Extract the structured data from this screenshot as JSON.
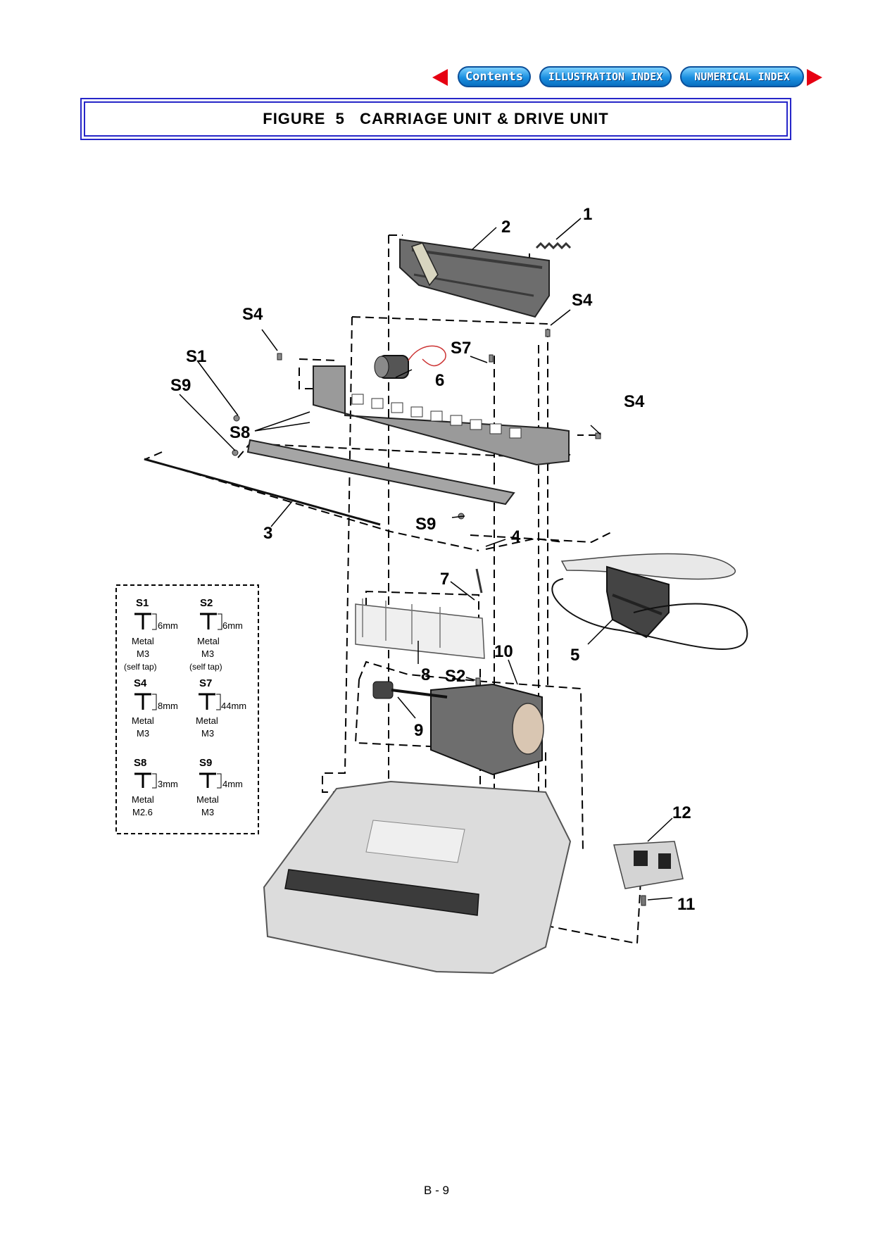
{
  "nav": {
    "contents": "Contents",
    "illustration_index": "ILLUSTRATION INDEX",
    "numerical_index": "NUMERICAL INDEX",
    "prev_icon": "red-triangle-left-icon",
    "next_icon": "red-triangle-right-icon"
  },
  "title": "FIGURE  5   CARRIAGE UNIT & DRIVE UNIT",
  "callouts": {
    "p1": "1",
    "p2": "2",
    "p3": "3",
    "p4": "4",
    "p5": "5",
    "p6": "6",
    "p7": "7",
    "p8": "8",
    "p9": "9",
    "p10": "10",
    "p11": "11",
    "p12": "12",
    "s4_top_right": "S4",
    "s4_left": "S4",
    "s4_right": "S4",
    "s1": "S1",
    "s9_left": "S9",
    "s8": "S8",
    "s7": "S7",
    "s9_lower": "S9",
    "s2": "S2"
  },
  "screw_legend": [
    {
      "code": "S1",
      "length": "6mm",
      "material": "Metal",
      "size": "M3",
      "note": "(self tap)"
    },
    {
      "code": "S2",
      "length": "6mm",
      "material": "Metal",
      "size": "M3",
      "note": "(self tap)"
    },
    {
      "code": "S4",
      "length": "8mm",
      "material": "Metal",
      "size": "M3",
      "note": ""
    },
    {
      "code": "S7",
      "length": "44mm",
      "material": "Metal",
      "size": "M3",
      "note": ""
    },
    {
      "code": "S8",
      "length": "3mm",
      "material": "Metal",
      "size": "M2.6",
      "note": ""
    },
    {
      "code": "S9",
      "length": "4mm",
      "material": "Metal",
      "size": "M3",
      "note": ""
    }
  ],
  "page_number": "B - 9"
}
